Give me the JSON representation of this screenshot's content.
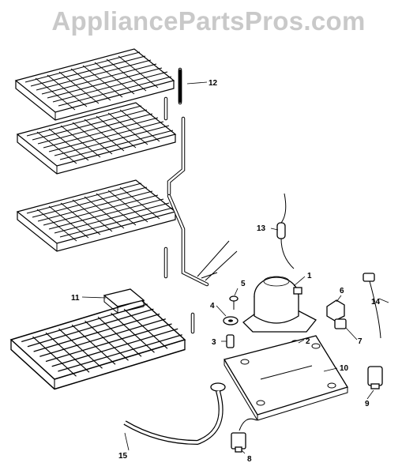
{
  "watermark": "AppliancePartsPros.com",
  "callouts": {
    "c1": "1",
    "c2": "2",
    "c3": "3",
    "c4": "4",
    "c5": "5",
    "c6": "6",
    "c7": "7",
    "c8": "8",
    "c9": "9",
    "c10": "10",
    "c11": "11",
    "c12": "12",
    "c13": "13",
    "c14": "14",
    "c15": "15"
  }
}
